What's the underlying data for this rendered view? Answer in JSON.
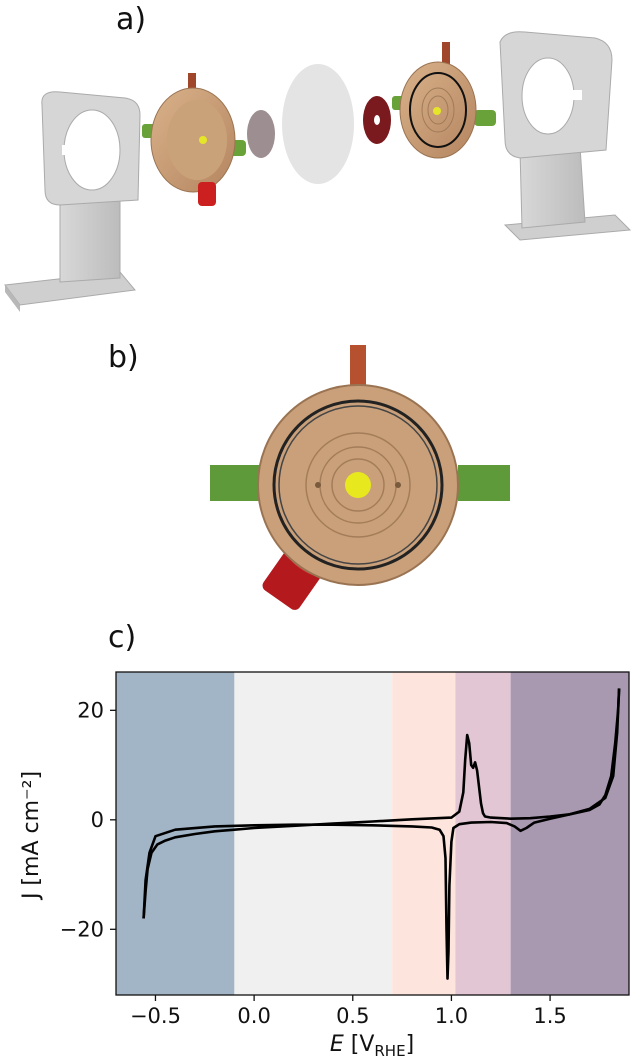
{
  "panels": {
    "a": "a)",
    "b": "b)",
    "c": "c)"
  },
  "chart_data": {
    "type": "line",
    "xlabel_symbol": "E",
    "xlabel_unit_open": "[V",
    "xlabel_unit_sub": "RHE",
    "xlabel_unit_close": "]",
    "ylabel": "J [mA cm⁻²]",
    "xlim": [
      -0.7,
      1.9
    ],
    "ylim": [
      -32,
      27
    ],
    "xticks": [
      -0.5,
      0.0,
      0.5,
      1.0,
      1.5
    ],
    "xtick_labels": [
      "−0.5",
      "0.0",
      "0.5",
      "1.0",
      "1.5"
    ],
    "yticks": [
      -20,
      0,
      20
    ],
    "ytick_labels": [
      "−20",
      "0",
      "20"
    ],
    "regions": [
      {
        "x0": -0.7,
        "x1": -0.1,
        "color": "#a2b5c6"
      },
      {
        "x0": -0.1,
        "x1": 0.7,
        "color": "#f0f0f0"
      },
      {
        "x0": 0.7,
        "x1": 1.02,
        "color": "#fde5dd"
      },
      {
        "x0": 1.02,
        "x1": 1.3,
        "color": "#e2c6d3"
      },
      {
        "x0": 1.3,
        "x1": 1.9,
        "color": "#a899b1"
      }
    ],
    "series": [
      {
        "color": "#000000",
        "x": [
          -0.56,
          -0.55,
          -0.54,
          -0.52,
          -0.49,
          -0.45,
          -0.4,
          -0.3,
          -0.2,
          -0.1,
          0.0,
          0.2,
          0.4,
          0.6,
          0.8,
          1.0,
          1.04,
          1.06,
          1.07,
          1.08,
          1.09,
          1.1,
          1.11,
          1.12,
          1.13,
          1.15,
          1.16,
          1.17,
          1.2,
          1.3,
          1.4,
          1.5,
          1.6,
          1.7,
          1.75,
          1.78,
          1.81,
          1.83,
          1.845,
          1.85
        ],
        "y": [
          -18,
          -13,
          -9,
          -6,
          -4.5,
          -3.8,
          -3.2,
          -2.6,
          -2.1,
          -1.8,
          -1.5,
          -1.1,
          -0.7,
          -0.3,
          0.1,
          0.4,
          1.5,
          5,
          11,
          15.5,
          14,
          10,
          9.5,
          10.5,
          9,
          3,
          1.2,
          0.6,
          0.4,
          0.2,
          0.3,
          0.6,
          1.0,
          1.8,
          2.8,
          4.5,
          8,
          14,
          20,
          24
        ]
      },
      {
        "color": "#000000",
        "x": [
          1.85,
          1.84,
          1.82,
          1.78,
          1.7,
          1.6,
          1.5,
          1.42,
          1.38,
          1.35,
          1.32,
          1.28,
          1.2,
          1.1,
          1.04,
          1.01,
          1.0,
          0.99,
          0.985,
          0.98,
          0.975,
          0.97,
          0.96,
          0.94,
          0.9,
          0.8,
          0.6,
          0.4,
          0.2,
          0.0,
          -0.2,
          -0.4,
          -0.5,
          -0.53,
          -0.55,
          -0.56
        ],
        "y": [
          24,
          16,
          8,
          4,
          2,
          1,
          0.2,
          -0.5,
          -1.5,
          -2.0,
          -1.2,
          -0.6,
          -0.4,
          -0.5,
          -0.8,
          -1.5,
          -4,
          -12,
          -24,
          -29,
          -20,
          -7,
          -3,
          -1.8,
          -1.4,
          -1.2,
          -1.0,
          -0.9,
          -0.9,
          -1.0,
          -1.2,
          -1.8,
          -3,
          -6,
          -11,
          -18
        ]
      }
    ]
  }
}
